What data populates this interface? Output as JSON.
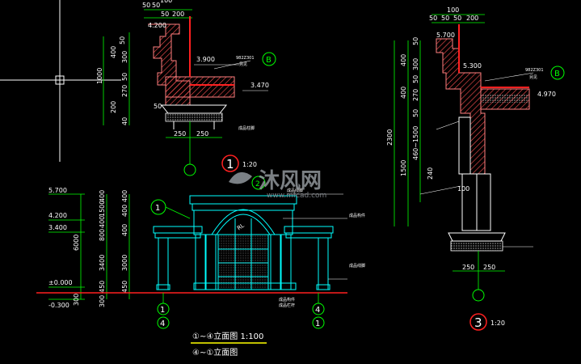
{
  "detail1": {
    "top_dims": [
      "50",
      "50",
      "50",
      "200",
      "100"
    ],
    "left_dims": [
      "50",
      "400",
      "300",
      "1000",
      "50",
      "270",
      "200",
      "40"
    ],
    "elevations": [
      "4.200",
      "3.900",
      "3.470"
    ],
    "callout_label": "B",
    "callout_note": "982Z301",
    "callout_sub": "另见",
    "base_dims": [
      "250",
      "250"
    ],
    "inner_dim": "50",
    "number": "1",
    "scale": "1:20"
  },
  "detail3": {
    "top_dims": [
      "100",
      "50",
      "50",
      "50",
      "200"
    ],
    "left_dims": [
      "50",
      "400",
      "300",
      "50",
      "400",
      "270",
      "2300",
      "50",
      "460~1500",
      "1500",
      "240",
      "100"
    ],
    "elevations": [
      "5.700",
      "5.300",
      "4.970"
    ],
    "callout_label": "B",
    "callout_note": "982Z301",
    "callout_sub": "另见",
    "base_dims": [
      "250",
      "250"
    ],
    "number": "3",
    "scale": "1:20"
  },
  "elevation_view": {
    "left_elevs": [
      "5.700",
      "4.200",
      "3.400",
      "±0.000",
      "-0.300"
    ],
    "left_dims_outer": [
      "6000",
      "300"
    ],
    "left_dims_inner": [
      "400",
      "1500",
      "400",
      "800",
      "3400",
      "450",
      "300"
    ],
    "left_dims_mid": [
      "400",
      "400",
      "400",
      "3000",
      "450"
    ],
    "axis_bottom_left": [
      "1",
      "4"
    ],
    "axis_bottom_right": [
      "4",
      "1"
    ],
    "axis_top_left": "1",
    "axis_top_mid": "2",
    "title1": "①~④立面图 1:100",
    "title2": "④~①立面图",
    "label_center": "RL",
    "annotations": [
      "成品线脚",
      "成品构件",
      "成品线脚",
      "成品柱脚",
      "成品构件",
      "成品栏杆"
    ]
  },
  "watermark": {
    "text": "沐风网",
    "url": "www.mfcad.com"
  },
  "colors": {
    "green": "#00ff00",
    "cyan": "#00ffff",
    "red": "#ff2020",
    "white": "#ffffff",
    "yellow": "#ffff00",
    "hatch": "#ff5050"
  }
}
